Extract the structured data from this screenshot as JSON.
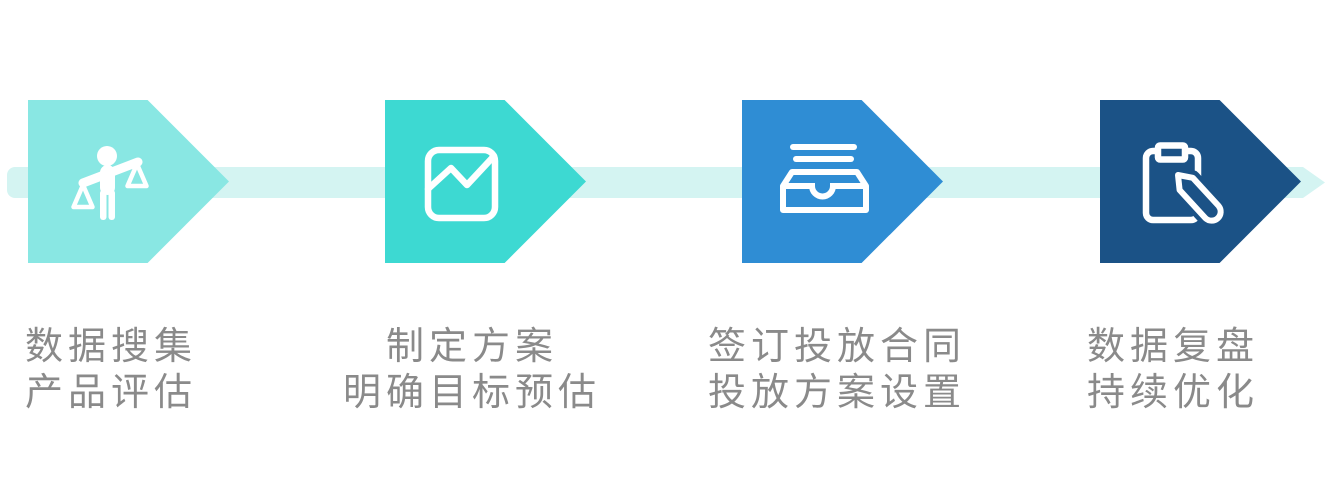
{
  "colors": {
    "background": "#FFFFFF",
    "band": "#D4F4F2",
    "step1": "#89E7E3",
    "step2": "#3DD9D2",
    "step3": "#2F8DD4",
    "step4": "#1B5286",
    "label_text": "#8A8A8A",
    "icon": "#FFFFFF"
  },
  "process": {
    "steps": [
      {
        "icon": "balance-scale-person-icon",
        "label_line1": "数据搜集",
        "label_line2": "产品评估"
      },
      {
        "icon": "trend-chart-icon",
        "label_line1": "制定方案",
        "label_line2": "明确目标预估"
      },
      {
        "icon": "inbox-tray-icon",
        "label_line1": "签订投放合同",
        "label_line2": "投放方案设置"
      },
      {
        "icon": "clipboard-pen-icon",
        "label_line1": "数据复盘",
        "label_line2": "持续优化"
      }
    ]
  }
}
